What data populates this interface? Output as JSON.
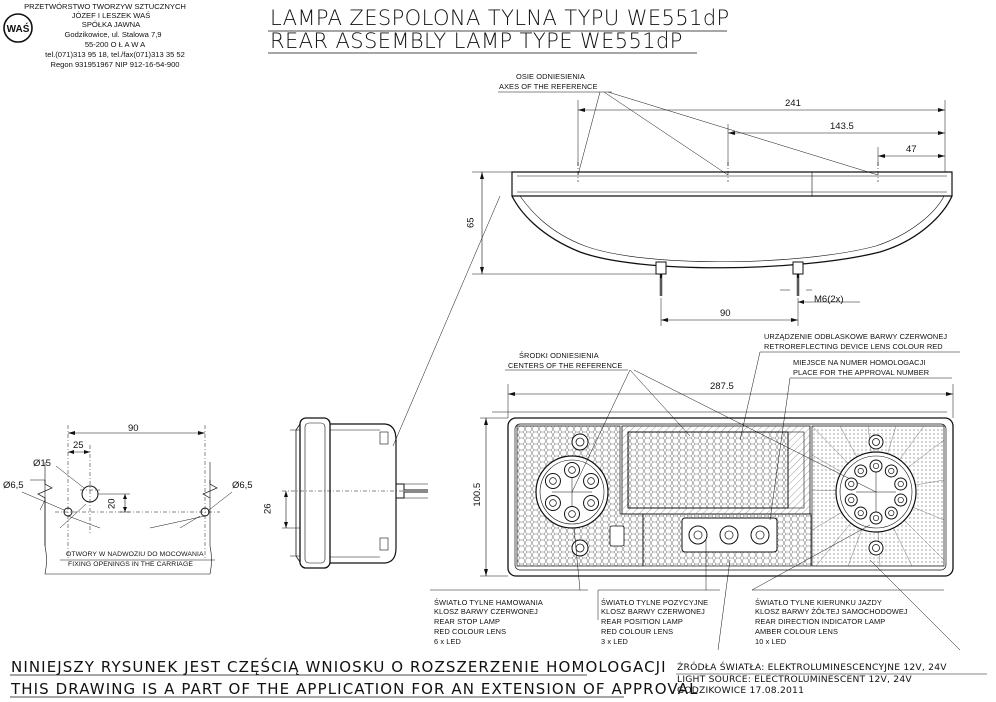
{
  "company": {
    "logo_text": "WAŚ",
    "lines": [
      "PRZETWÓRSTWO TWORZYW SZTUCZNYCH",
      "JÓZEF I LESZEK WAŚ",
      "SPÓŁKA JAWNA",
      "Godzikowice, ul. Stalowa 7,9",
      "55-200  O Ł A W A",
      "tel.(071)313 95 18, tel./fax(071)313 35 52",
      "Regon 931951967 NIP 912-16-54-900"
    ]
  },
  "title": {
    "pl": "LAMPA ZESPOLONA TYLNA  TYPU WE551dP",
    "en": "REAR ASSEMBLY LAMP TYPE WE551dP"
  },
  "top_view": {
    "label_pl": "OSIE ODNIESIENIA",
    "label_en": "AXES OF THE REFERENCE",
    "dims": {
      "d241": "241",
      "d143": "143.5",
      "d47": "47",
      "d65": "65",
      "d90": "90",
      "thread": "M6(2x)"
    }
  },
  "mount": {
    "dims": {
      "d90": "90",
      "d25": "25",
      "d15": "Ø15",
      "d65l": "Ø6,5",
      "d65r": "Ø6,5",
      "d20": "20"
    },
    "label_pl": "OTWORY W NADWOZIU DO MOCOWANIA",
    "label_en": "FIXING OPENINGS IN THE CARRIAGE"
  },
  "side_view": {
    "d26": "26"
  },
  "front_view": {
    "dims": {
      "d287": "287.5",
      "d100": "100.5"
    },
    "centers_pl": "ŚRODKI ODNIESIENIA",
    "centers_en": "CENTERS OF THE REFERENCE",
    "retro_pl": "URZĄDZENIE ODBLASKOWE BARWY CZERWONEJ",
    "retro_en": "RETROREFLECTING DEVICE LENS COLOUR RED",
    "approval_pl": "MIEJSCE NA NUMER HOMOLOGACJI",
    "approval_en": "PLACE FOR THE APPROVAL NUMBER"
  },
  "legend": {
    "stop": [
      "ŚWIATŁO TYLNE HAMOWANIA",
      "KLOSZ BARWY CZERWONEJ",
      "REAR STOP LAMP",
      "RED COLOUR LENS",
      "6 x LED"
    ],
    "position": [
      "ŚWIATŁO TYLNE POZYCYJNE",
      "KLOSZ BARWY CZERWONEJ",
      "REAR POSITION  LAMP",
      "RED COLOUR LENS",
      "3 x LED"
    ],
    "indicator": [
      "ŚWIATŁO TYLNE KIERUNKU JAZDY",
      "KLOSZ BARWY ŻÓŁTEJ SAMOCHODOWEJ",
      "REAR DIRECTION INDICATOR LAMP",
      "AMBER COLOUR LENS",
      "10 x LED"
    ]
  },
  "footer": {
    "pl": "NINIEJSZY RYSUNEK JEST CZĘŚCIĄ WNIOSKU O ROZSZERZENIE HOMOLOGACJI",
    "en": "THIS DRAWING IS A PART OF THE APPLICATION FOR AN EXTENSION OF APPROVAL",
    "source_pl": "ŹRÓDŁA ŚWIATŁA: ELEKTROLUMINESCENCYJNE  12V, 24V",
    "source_en": "LIGHT SOURCE: ELECTROLUMINESCENT  12V, 24V",
    "date": "GODZIKOWICE 17.08.2011"
  }
}
